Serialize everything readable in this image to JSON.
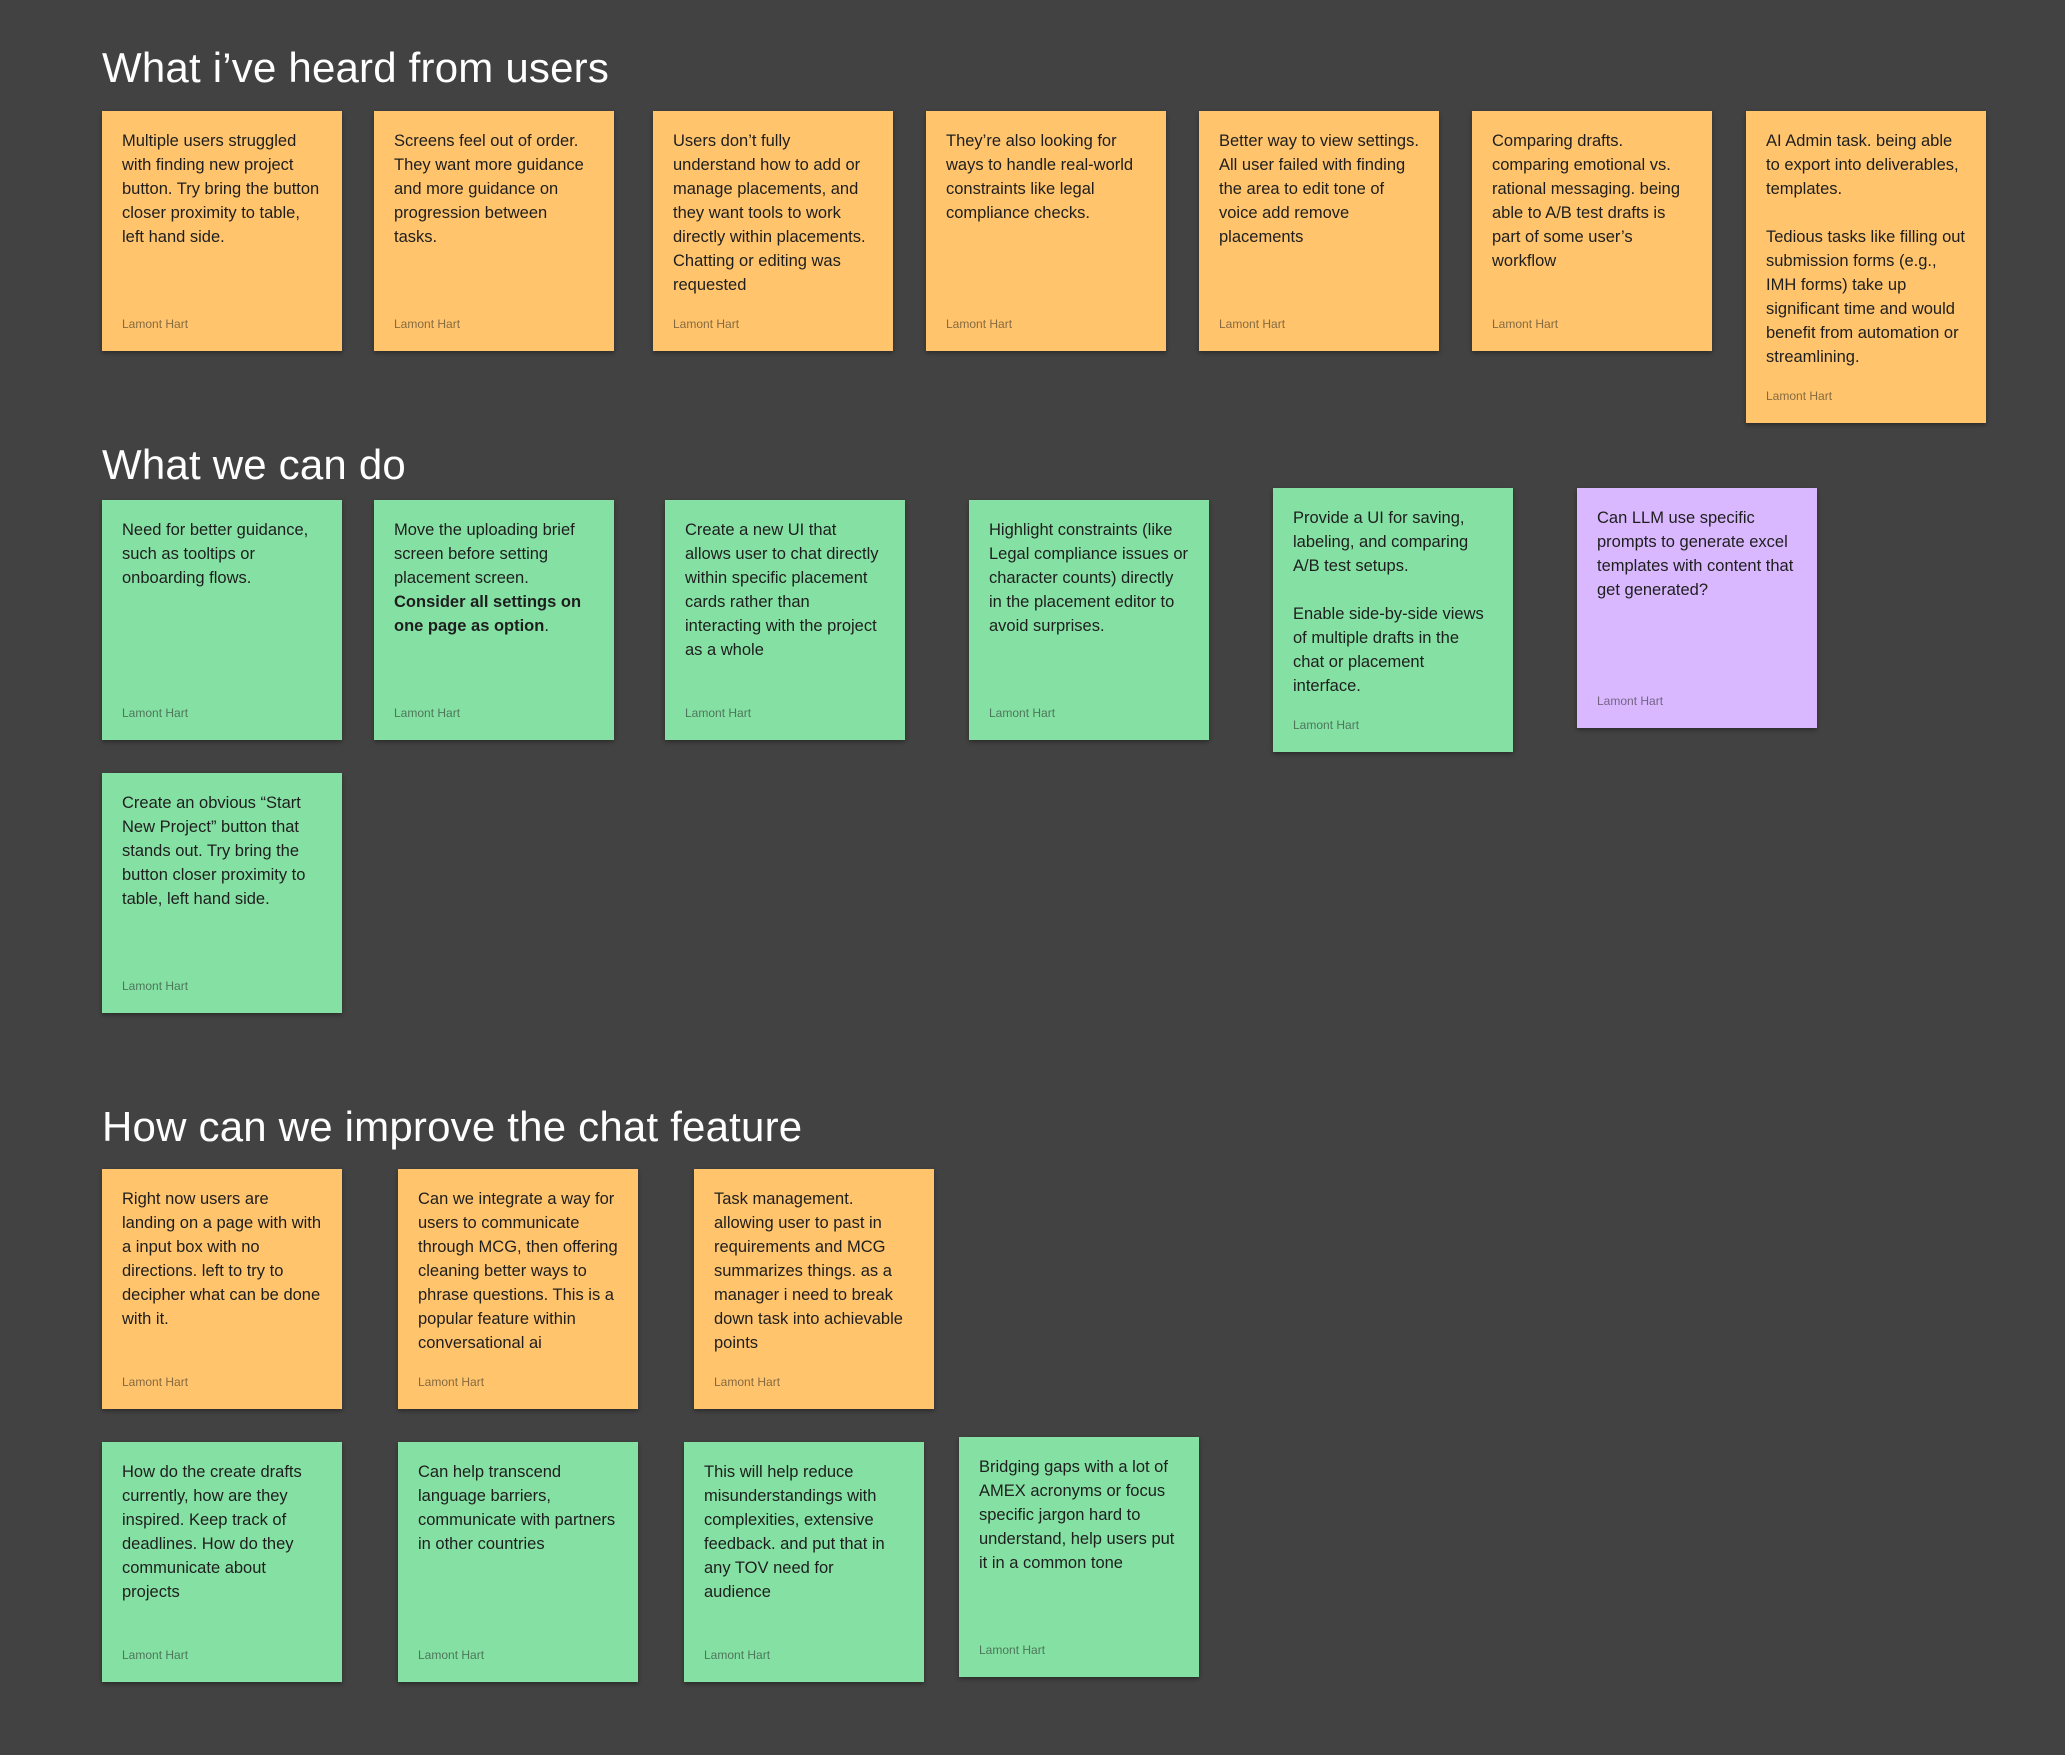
{
  "sections": {
    "heard": {
      "title": "What i’ve heard from users"
    },
    "cando": {
      "title": "What we can do"
    },
    "chat": {
      "title": "How can we improve the chat feature"
    }
  },
  "author": "Lamont Hart",
  "colors": {
    "background": "#424242",
    "orange": "#ffc46c",
    "green": "#85e0a3",
    "purple": "#d9b8ff"
  },
  "notes": {
    "h1": "Multiple users struggled with finding new project button. Try bring the button closer proximity to table, left hand side.",
    "h2": "Screens feel out of order. They want more  guidance and more guidance on progression between tasks.",
    "h3": "Users don’t fully understand how to add or manage placements, and they want tools to work directly within placements. Chatting or editing was requested",
    "h4": "They’re also looking for ways to handle real-world constraints like legal compliance checks.",
    "h5": "Better way to view settings. All user failed with finding the area to edit tone of voice add remove placements",
    "h6": "Comparing drafts. comparing emotional vs. rational messaging. being able to A/B test drafts is part of some user’s workflow",
    "h7": "AI Admin task. being able to export into deliverables, templates.\n\nTedious tasks like filling out submission forms (e.g., IMH forms) take up significant time and would benefit from automation or streamlining.",
    "c1": "Need for better guidance, such as tooltips or onboarding flows.",
    "c2a": "Move the uploading brief screen before setting placement screen. ",
    "c2b": "Consider all settings on one page as option",
    "c2c": ".",
    "c3": "Create a new UI that allows user to chat directly within specific placement cards rather than interacting with the project as a whole",
    "c4": "Highlight constraints (like Legal compliance issues or character counts) directly in the placement editor to avoid surprises.",
    "c5": "Provide a UI for saving, labeling, and comparing A/B test setups.\n\nEnable side-by-side views of multiple drafts in the chat or placement interface.",
    "c6": "Can LLM use specific prompts to generate excel templates with content that get generated?",
    "c7": "Create an obvious “Start New Project” button that stands out. Try bring the button closer proximity to table, left hand side.",
    "i1": "Right now users are landing on a page with with a input box with no directions. left to try to decipher what can be done with it.",
    "i2": "Can we integrate a way for users to communicate through MCG, then offering cleaning better ways to phrase questions. This is a popular feature within conversational ai",
    "i3": "Task management. allowing user to past in requirements and MCG summarizes things. as a manager i need to break down task into achievable points",
    "i4": "How do the create drafts currently, how are they inspired. Keep track of deadlines. How do they communicate about projects",
    "i5": "Can help transcend language barriers, communicate with partners in other countries",
    "i6": "This will help reduce misunderstandings with complexities, extensive feedback. and put that in any TOV need for audience",
    "i7": "Bridging gaps with a lot of AMEX acronyms or focus specific jargon hard to understand, help users put it in a common tone"
  }
}
